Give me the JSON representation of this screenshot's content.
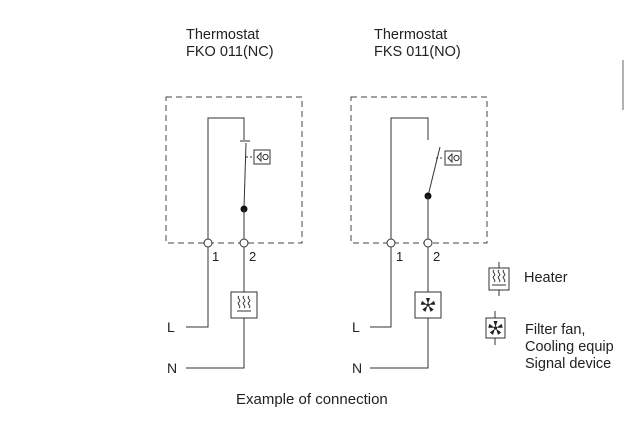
{
  "thermostats": [
    {
      "name": "Thermostat",
      "model": "FKO 011(NC)",
      "terminal_1": "1",
      "terminal_2": "2",
      "line_label": "L",
      "neutral_label": "N",
      "load": "heater-icon"
    },
    {
      "name": "Thermostat",
      "model": "FKS 011(NO)",
      "terminal_1": "1",
      "terminal_2": "2",
      "line_label": "L",
      "neutral_label": "N",
      "load": "fan-icon"
    }
  ],
  "legend": {
    "heater": {
      "label": "Heater",
      "icon": "heater-icon"
    },
    "fan": {
      "label_lines": [
        "Filter fan,",
        "Cooling equip",
        "Signal device"
      ],
      "icon": "fan-icon"
    }
  },
  "caption": "Example of connection"
}
